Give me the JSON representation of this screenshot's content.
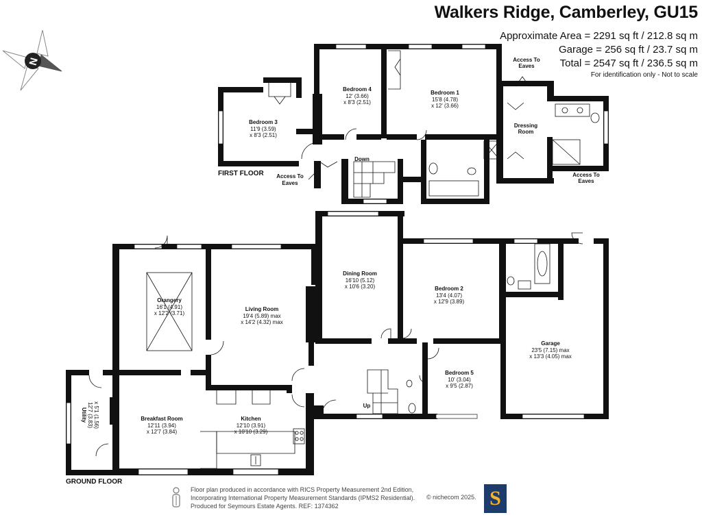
{
  "header": {
    "title": "Walkers Ridge, Camberley, GU15",
    "area_lines": [
      "Approximate Area = 2291 sq ft / 212.8 sq m",
      "Garage = 256 sq ft / 23.7 sq m",
      "Total = 2547 sq ft / 236.5 sq m"
    ],
    "note": "For identification only - Not to scale"
  },
  "compass": {
    "letter": "N"
  },
  "first_floor": {
    "label": "FIRST FLOOR",
    "rooms": [
      {
        "name": "Bedroom 3",
        "dims": [
          "11'9 (3.59)",
          "x 8'3 (2.51)"
        ]
      },
      {
        "name": "Bedroom 4",
        "dims": [
          "12' (3.66)",
          "x 8'3 (2.51)"
        ]
      },
      {
        "name": "Bedroom 1",
        "dims": [
          "15'8 (4.78)",
          "x 12' (3.66)"
        ]
      },
      {
        "name": "Dressing",
        "name2": "Room",
        "dims": []
      }
    ],
    "annotations": {
      "access_eaves_top": [
        "Access To",
        "Eaves"
      ],
      "access_eaves_left": [
        "Access To",
        "Eaves"
      ],
      "access_eaves_right": [
        "Access To",
        "Eaves"
      ],
      "stairs": "Down"
    }
  },
  "ground_floor": {
    "label": "GROUND FLOOR",
    "rooms": [
      {
        "name": "Orangery",
        "dims": [
          "16'1 (4.91)",
          "x 12'2 (3.71)"
        ]
      },
      {
        "name": "Living Room",
        "dims": [
          "19'4 (5.89) max",
          "x 14'2 (4.32) max"
        ]
      },
      {
        "name": "Dining Room",
        "dims": [
          "16'10 (5.12)",
          "x 10'6 (3.20)"
        ]
      },
      {
        "name": "Bedroom 2",
        "dims": [
          "13'4 (4.07)",
          "x 12'9 (3.89)"
        ]
      },
      {
        "name": "Garage",
        "dims": [
          "23'5 (7.15) max",
          "x 13'3 (4.05) max"
        ]
      },
      {
        "name": "Bedroom 5",
        "dims": [
          "10' (3.04)",
          "x 9'5 (2.87)"
        ]
      },
      {
        "name": "Breakfast Room",
        "dims": [
          "12'11 (3.94)",
          "x 12'7 (3.84)"
        ]
      },
      {
        "name": "Kitchen",
        "dims": [
          "12'10 (3.91)",
          "x 10'10 (3.29)"
        ]
      },
      {
        "name": "Utility",
        "dims": [
          "12'7 (3.83)",
          "x 5'1 (1.56)"
        ]
      }
    ],
    "annotations": {
      "stairs": "Up"
    }
  },
  "footer": {
    "lines": [
      "Floor plan produced in accordance with RICS Property Measurement 2nd Edition,",
      "Incorporating International Property Measurement Standards (IPMS2 Residential).",
      "Produced for Seymours Estate Agents.   REF: 1374362"
    ],
    "nichecom": "© nichecom 2025.",
    "logo_letter": "S"
  },
  "colors": {
    "wall": "#111111",
    "logo_bg": "#1d3c6b",
    "logo_letter": "#f2b233"
  }
}
